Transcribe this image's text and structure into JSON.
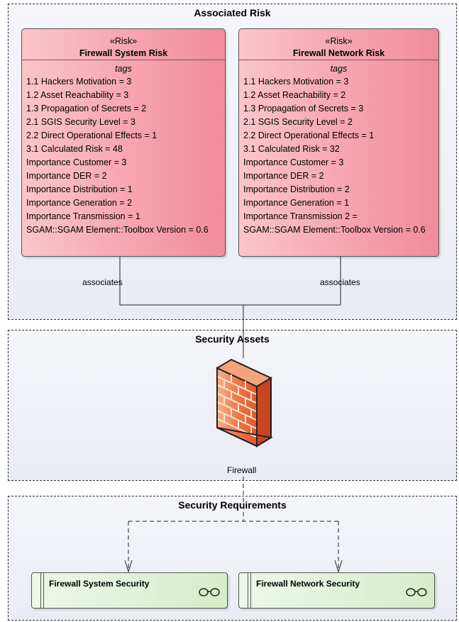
{
  "packages": {
    "associated_risk": "Associated Risk",
    "security_assets": "Security Assets",
    "security_requirements": "Security Requirements"
  },
  "risks": [
    {
      "stereotype": "«Risk»",
      "name": "Firewall System Risk",
      "tags_header": "tags",
      "tags": [
        "1.1 Hackers Motivation = 3",
        "1.2 Asset Reachability = 3",
        "1.3 Propagation of Secrets = 2",
        "2.1 SGIS Security Level = 3",
        "2.2 Direct Operational Effects = 1",
        "3.1 Calculated Risk = 48",
        "Importance Customer = 3",
        "Importance DER = 2",
        "Importance Distribution = 1",
        "Importance Generation = 2",
        "Importance Transmission = 1",
        "SGAM::SGAM Element::Toolbox Version = 0.6"
      ]
    },
    {
      "stereotype": "«Risk»",
      "name": "Firewall Network Risk",
      "tags_header": "tags",
      "tags": [
        "1.1 Hackers Motivation = 3",
        "1.2 Asset Reachability = 2",
        "1.3 Propagation of Secrets = 3",
        "2.1 SGIS Security Level = 2",
        "2.2 Direct Operational Effects = 1",
        "3.1 Calculated Risk = 32",
        "Importance Customer = 3",
        "Importance DER = 2",
        "Importance Distribution = 2",
        "Importance Generation = 1",
        "Importance Transmission 2 =",
        "SGAM::SGAM Element::Toolbox Version = 0.6"
      ]
    }
  ],
  "connectors": {
    "associates_left": "associates",
    "associates_right": "associates"
  },
  "asset": {
    "name": "Firewall",
    "icon": "firewall-icon"
  },
  "requirements": [
    {
      "name": "Firewall System Security",
      "icon": "glasses-icon"
    },
    {
      "name": "Firewall Network Security",
      "icon": "glasses-icon"
    }
  ],
  "colors": {
    "risk_fill": "#f6a4ae",
    "requirement_fill": "#d6edc9",
    "firewall": "#e8572a"
  }
}
